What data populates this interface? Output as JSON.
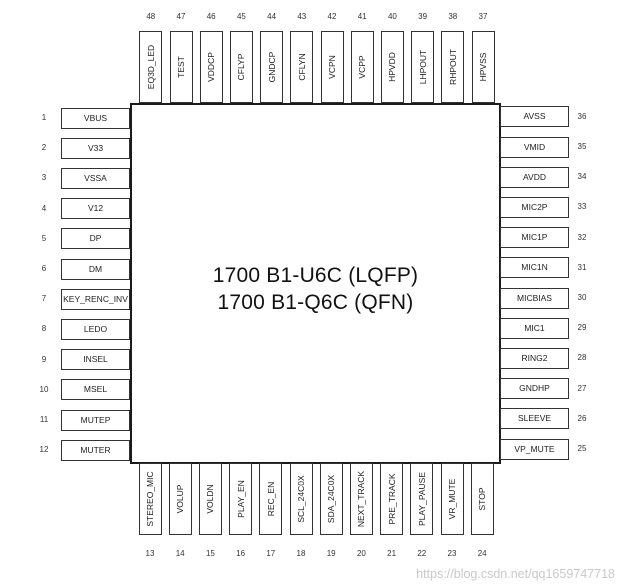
{
  "chip": {
    "title_line1": "1700 B1-U6C (LQFP)",
    "title_line2": "1700 B1-Q6C (QFN)"
  },
  "pins": {
    "left": [
      {
        "num": "1",
        "name": "VBUS"
      },
      {
        "num": "2",
        "name": "V33"
      },
      {
        "num": "3",
        "name": "VSSA"
      },
      {
        "num": "4",
        "name": "V12"
      },
      {
        "num": "5",
        "name": "DP"
      },
      {
        "num": "6",
        "name": "DM"
      },
      {
        "num": "7",
        "name": "KEY_RENC_INV"
      },
      {
        "num": "8",
        "name": "LEDO"
      },
      {
        "num": "9",
        "name": "INSEL"
      },
      {
        "num": "10",
        "name": "MSEL"
      },
      {
        "num": "11",
        "name": "MUTEP"
      },
      {
        "num": "12",
        "name": "MUTER"
      }
    ],
    "bottom": [
      {
        "num": "13",
        "name": "STEREO_MIC"
      },
      {
        "num": "14",
        "name": "VOLUP"
      },
      {
        "num": "15",
        "name": "VOLDN"
      },
      {
        "num": "16",
        "name": "PLAY_EN"
      },
      {
        "num": "17",
        "name": "REC_EN"
      },
      {
        "num": "18",
        "name": "SCL_24C0X"
      },
      {
        "num": "19",
        "name": "SDA_24C0X"
      },
      {
        "num": "20",
        "name": "NEXT_TRACK"
      },
      {
        "num": "21",
        "name": "PRE_TRACK"
      },
      {
        "num": "22",
        "name": "PLAY_PAUSE"
      },
      {
        "num": "23",
        "name": "VR_MUTE"
      },
      {
        "num": "24",
        "name": "STOP"
      }
    ],
    "right": [
      {
        "num": "25",
        "name": "VP_MUTE"
      },
      {
        "num": "26",
        "name": "SLEEVE"
      },
      {
        "num": "27",
        "name": "GNDHP"
      },
      {
        "num": "28",
        "name": "RING2"
      },
      {
        "num": "29",
        "name": "MIC1"
      },
      {
        "num": "30",
        "name": "MICBIAS"
      },
      {
        "num": "31",
        "name": "MIC1N"
      },
      {
        "num": "32",
        "name": "MIC1P"
      },
      {
        "num": "33",
        "name": "MIC2P"
      },
      {
        "num": "34",
        "name": "AVDD"
      },
      {
        "num": "35",
        "name": "VMID"
      },
      {
        "num": "36",
        "name": "AVSS"
      }
    ],
    "top": [
      {
        "num": "37",
        "name": "HPVSS"
      },
      {
        "num": "38",
        "name": "RHPOUT"
      },
      {
        "num": "39",
        "name": "LHPOUT"
      },
      {
        "num": "40",
        "name": "HPVDD"
      },
      {
        "num": "41",
        "name": "VCPP"
      },
      {
        "num": "42",
        "name": "VCPN"
      },
      {
        "num": "43",
        "name": "CFLYN"
      },
      {
        "num": "44",
        "name": "GNDCP"
      },
      {
        "num": "45",
        "name": "CFLYP"
      },
      {
        "num": "46",
        "name": "VDDCP"
      },
      {
        "num": "47",
        "name": "TEST"
      },
      {
        "num": "48",
        "name": "EQ3D_LED"
      }
    ]
  },
  "watermark": "https://blog.csdn.net/qq1659747718"
}
